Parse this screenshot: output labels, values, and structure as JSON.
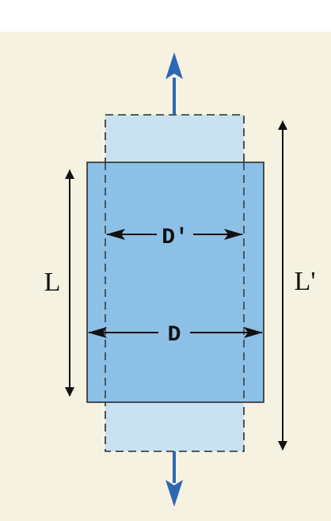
{
  "diagram": {
    "labels": {
      "D_prime": "D′",
      "D": "D",
      "L": "L",
      "L_prime": "L'"
    },
    "colors": {
      "background": "#f6f2e1",
      "original_fill": "#c9e2f1",
      "deformed_fill": "#8cc0e6",
      "outline": "#2b2b2b",
      "force_arrow": "#2e67b3",
      "dimension_arrow": "#111111"
    },
    "icons": [
      "up-arrow-icon",
      "down-arrow-icon"
    ]
  }
}
